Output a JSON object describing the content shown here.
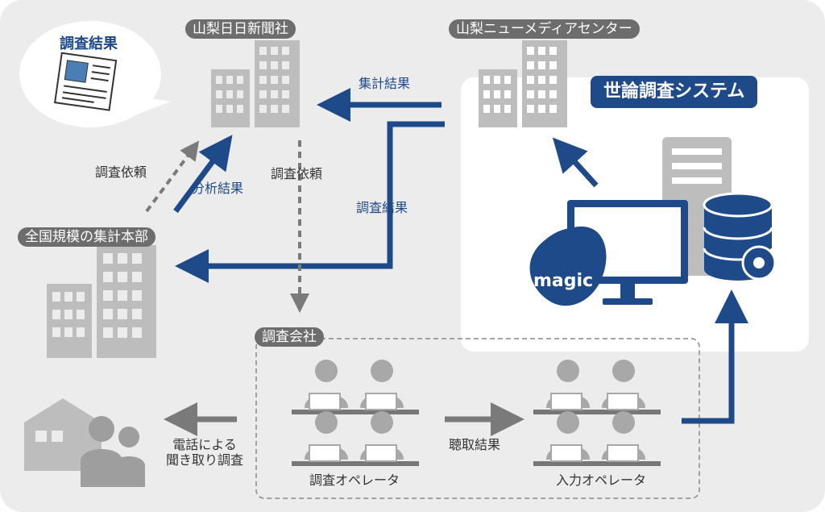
{
  "labels": {
    "yamanashi_nichinichi": "山梨日日新聞社",
    "new_media_center": "山梨ニューメディアセンター",
    "system_badge": "世論調査システム",
    "newspaper_bubble": "調査結果",
    "tally_result": "集計結果",
    "survey_request_left": "調査依頼",
    "analysis_result": "分析結果",
    "survey_request_mid": "調査依頼",
    "survey_result_mid": "調査結果",
    "national_hq": "全国規模の集計本部",
    "survey_company": "調査会社",
    "phone_line1": "電話による",
    "phone_line2": "聞き取り調査",
    "listening_result": "聴取結果",
    "survey_operator": "調査オペレータ",
    "input_operator": "入力オペレータ",
    "magic_logo": "magic"
  },
  "colors": {
    "accent_blue": "#1f4a8a",
    "building_gray": "#bdbdbd",
    "panel_bg": "#ececec",
    "pill_gray": "#6d6d6d"
  }
}
